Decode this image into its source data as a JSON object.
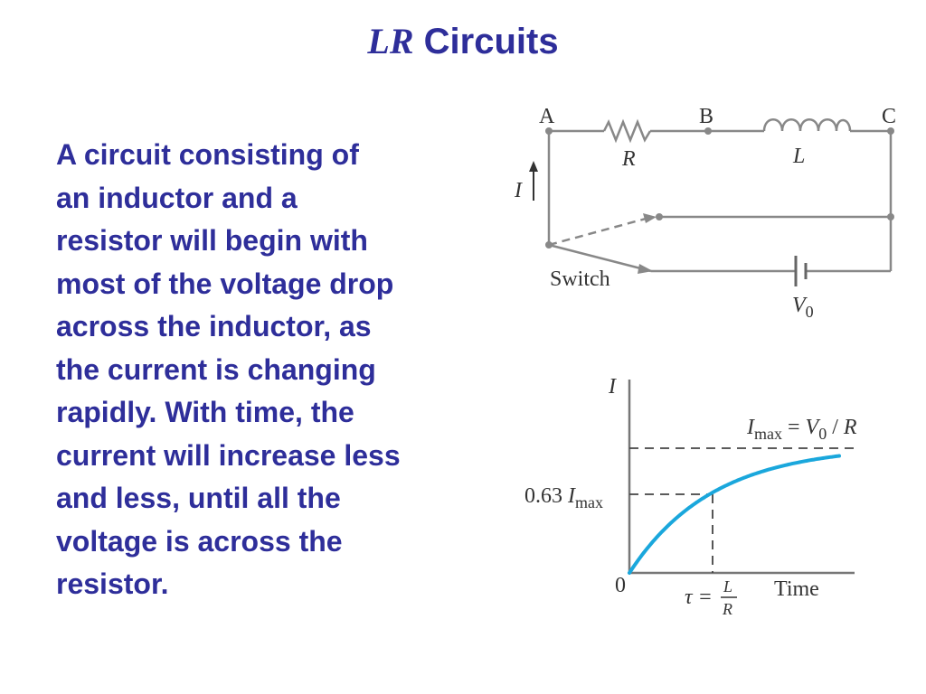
{
  "slide": {
    "title_italic": "LR",
    "title_rest": "Circuits",
    "body_lines": [
      "A circuit consisting of",
      "an inductor and a",
      "resistor will begin with",
      "most of the voltage drop",
      "across the inductor, as",
      "the current is changing",
      "rapidly. With time, the",
      "current will increase less",
      "and less, until all the",
      "voltage is across the",
      "resistor."
    ]
  },
  "circuit": {
    "node_a": "A",
    "node_b": "B",
    "node_c": "C",
    "resistor_label": "R",
    "inductor_label": "L",
    "current_label": "I",
    "switch_label": "Switch",
    "battery_label": "V",
    "battery_sub": "0"
  },
  "graph": {
    "y_axis_label": "I",
    "x_axis_label": "Time",
    "origin_label": "0",
    "imax_I": "I",
    "imax_sub": "max",
    "imax_eq": " = ",
    "imax_V": "V",
    "imax_V_sub": "0",
    "imax_slash": " / ",
    "imax_R": "R",
    "y_mark_coef": "0.63 ",
    "y_mark_I": "I",
    "y_mark_sub": "max",
    "tau_symbol": "τ =",
    "tau_num": "L",
    "tau_den": "R",
    "curve_color": "#1aa7dc"
  }
}
